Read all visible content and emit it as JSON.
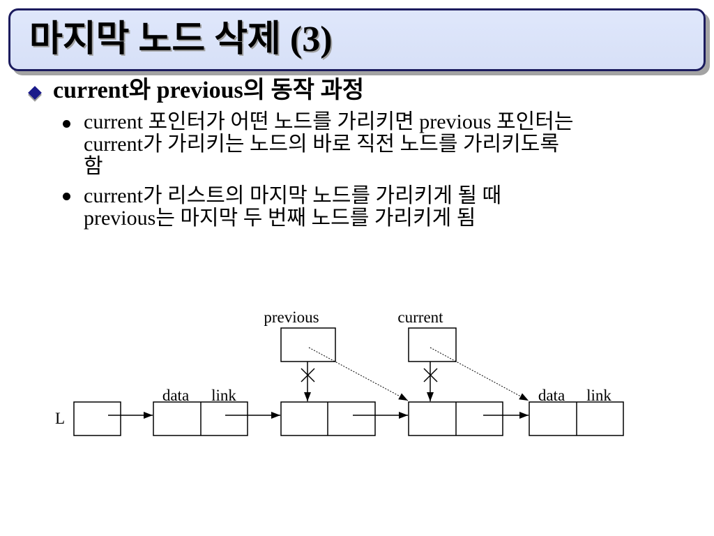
{
  "slide": {
    "title": "마지막 노드 삭제 (3)",
    "heading": "current와 previous의 동작 과정",
    "bullets": [
      {
        "lines": [
          "current 포인터가 어떤 노드를 가리키면 previous 포인터는",
          "current가 가리키는 노드의 바로 직전 노드를 가리키도록",
          "함"
        ]
      },
      {
        "lines": [
          "current가 리스트의 마지막 노드를 가리키게 될 때",
          "previous는 마지막 두 번째 노드를 가리키게 됨"
        ]
      }
    ]
  },
  "diagram": {
    "head_label": "L",
    "pointer_labels": [
      "previous",
      "current"
    ],
    "first_node_field_labels": [
      "data",
      "link"
    ],
    "last_node_field_labels": [
      "data",
      "link"
    ]
  },
  "icons": {
    "heading_bullet": "diamond-bullet-icon",
    "sub_bullet": "dot-bullet-icon",
    "removed_pointer": "x-mark-icon"
  },
  "colors": {
    "title_fill": "#dfe7fb",
    "title_border": "#1b1b5e",
    "bullet_diamond": "#1a1a8a",
    "text": "#000000"
  }
}
